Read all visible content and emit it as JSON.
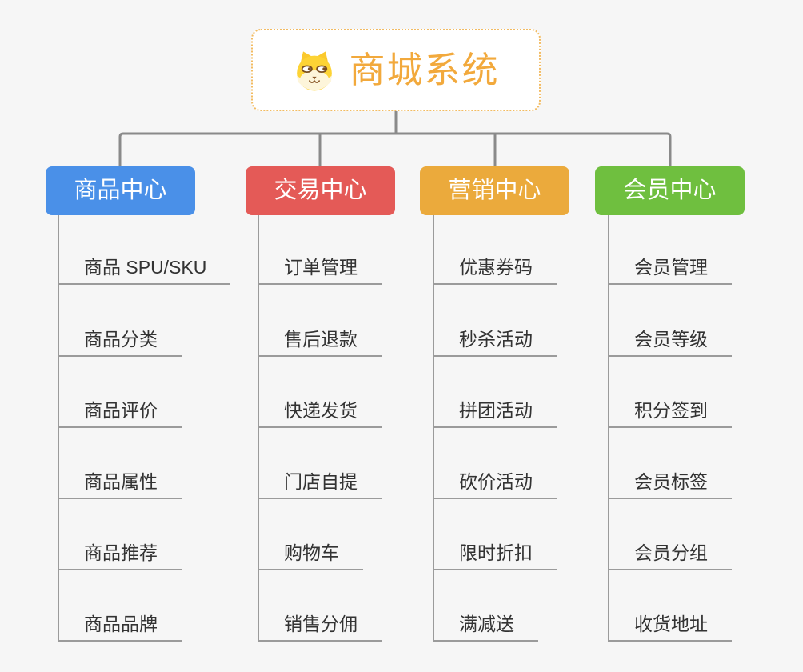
{
  "root": {
    "title": "商城系统",
    "icon": "dog-face-icon",
    "accent": "#f2a93c"
  },
  "theme": {
    "background": "#f6f6f6",
    "trunk_line_color": "#8a8a8a",
    "leaf_line_color": "#9b9b9b",
    "leaf_text_color": "#333333",
    "root_border_color": "#f2bb62"
  },
  "branches": [
    {
      "label": "商品中心",
      "color": "#4a90e8",
      "items": [
        "商品 SPU/SKU",
        "商品分类",
        "商品评价",
        "商品属性",
        "商品推荐",
        "商品品牌"
      ]
    },
    {
      "label": "交易中心",
      "color": "#e45a57",
      "items": [
        "订单管理",
        "售后退款",
        "快递发货",
        "门店自提",
        "购物车",
        "销售分佣"
      ]
    },
    {
      "label": "营销中心",
      "color": "#ebaa3c",
      "items": [
        "优惠券码",
        "秒杀活动",
        "拼团活动",
        "砍价活动",
        "限时折扣",
        "满减送"
      ]
    },
    {
      "label": "会员中心",
      "color": "#6fbf3f",
      "items": [
        "会员管理",
        "会员等级",
        "积分签到",
        "会员标签",
        "会员分组",
        "收货地址"
      ]
    }
  ]
}
